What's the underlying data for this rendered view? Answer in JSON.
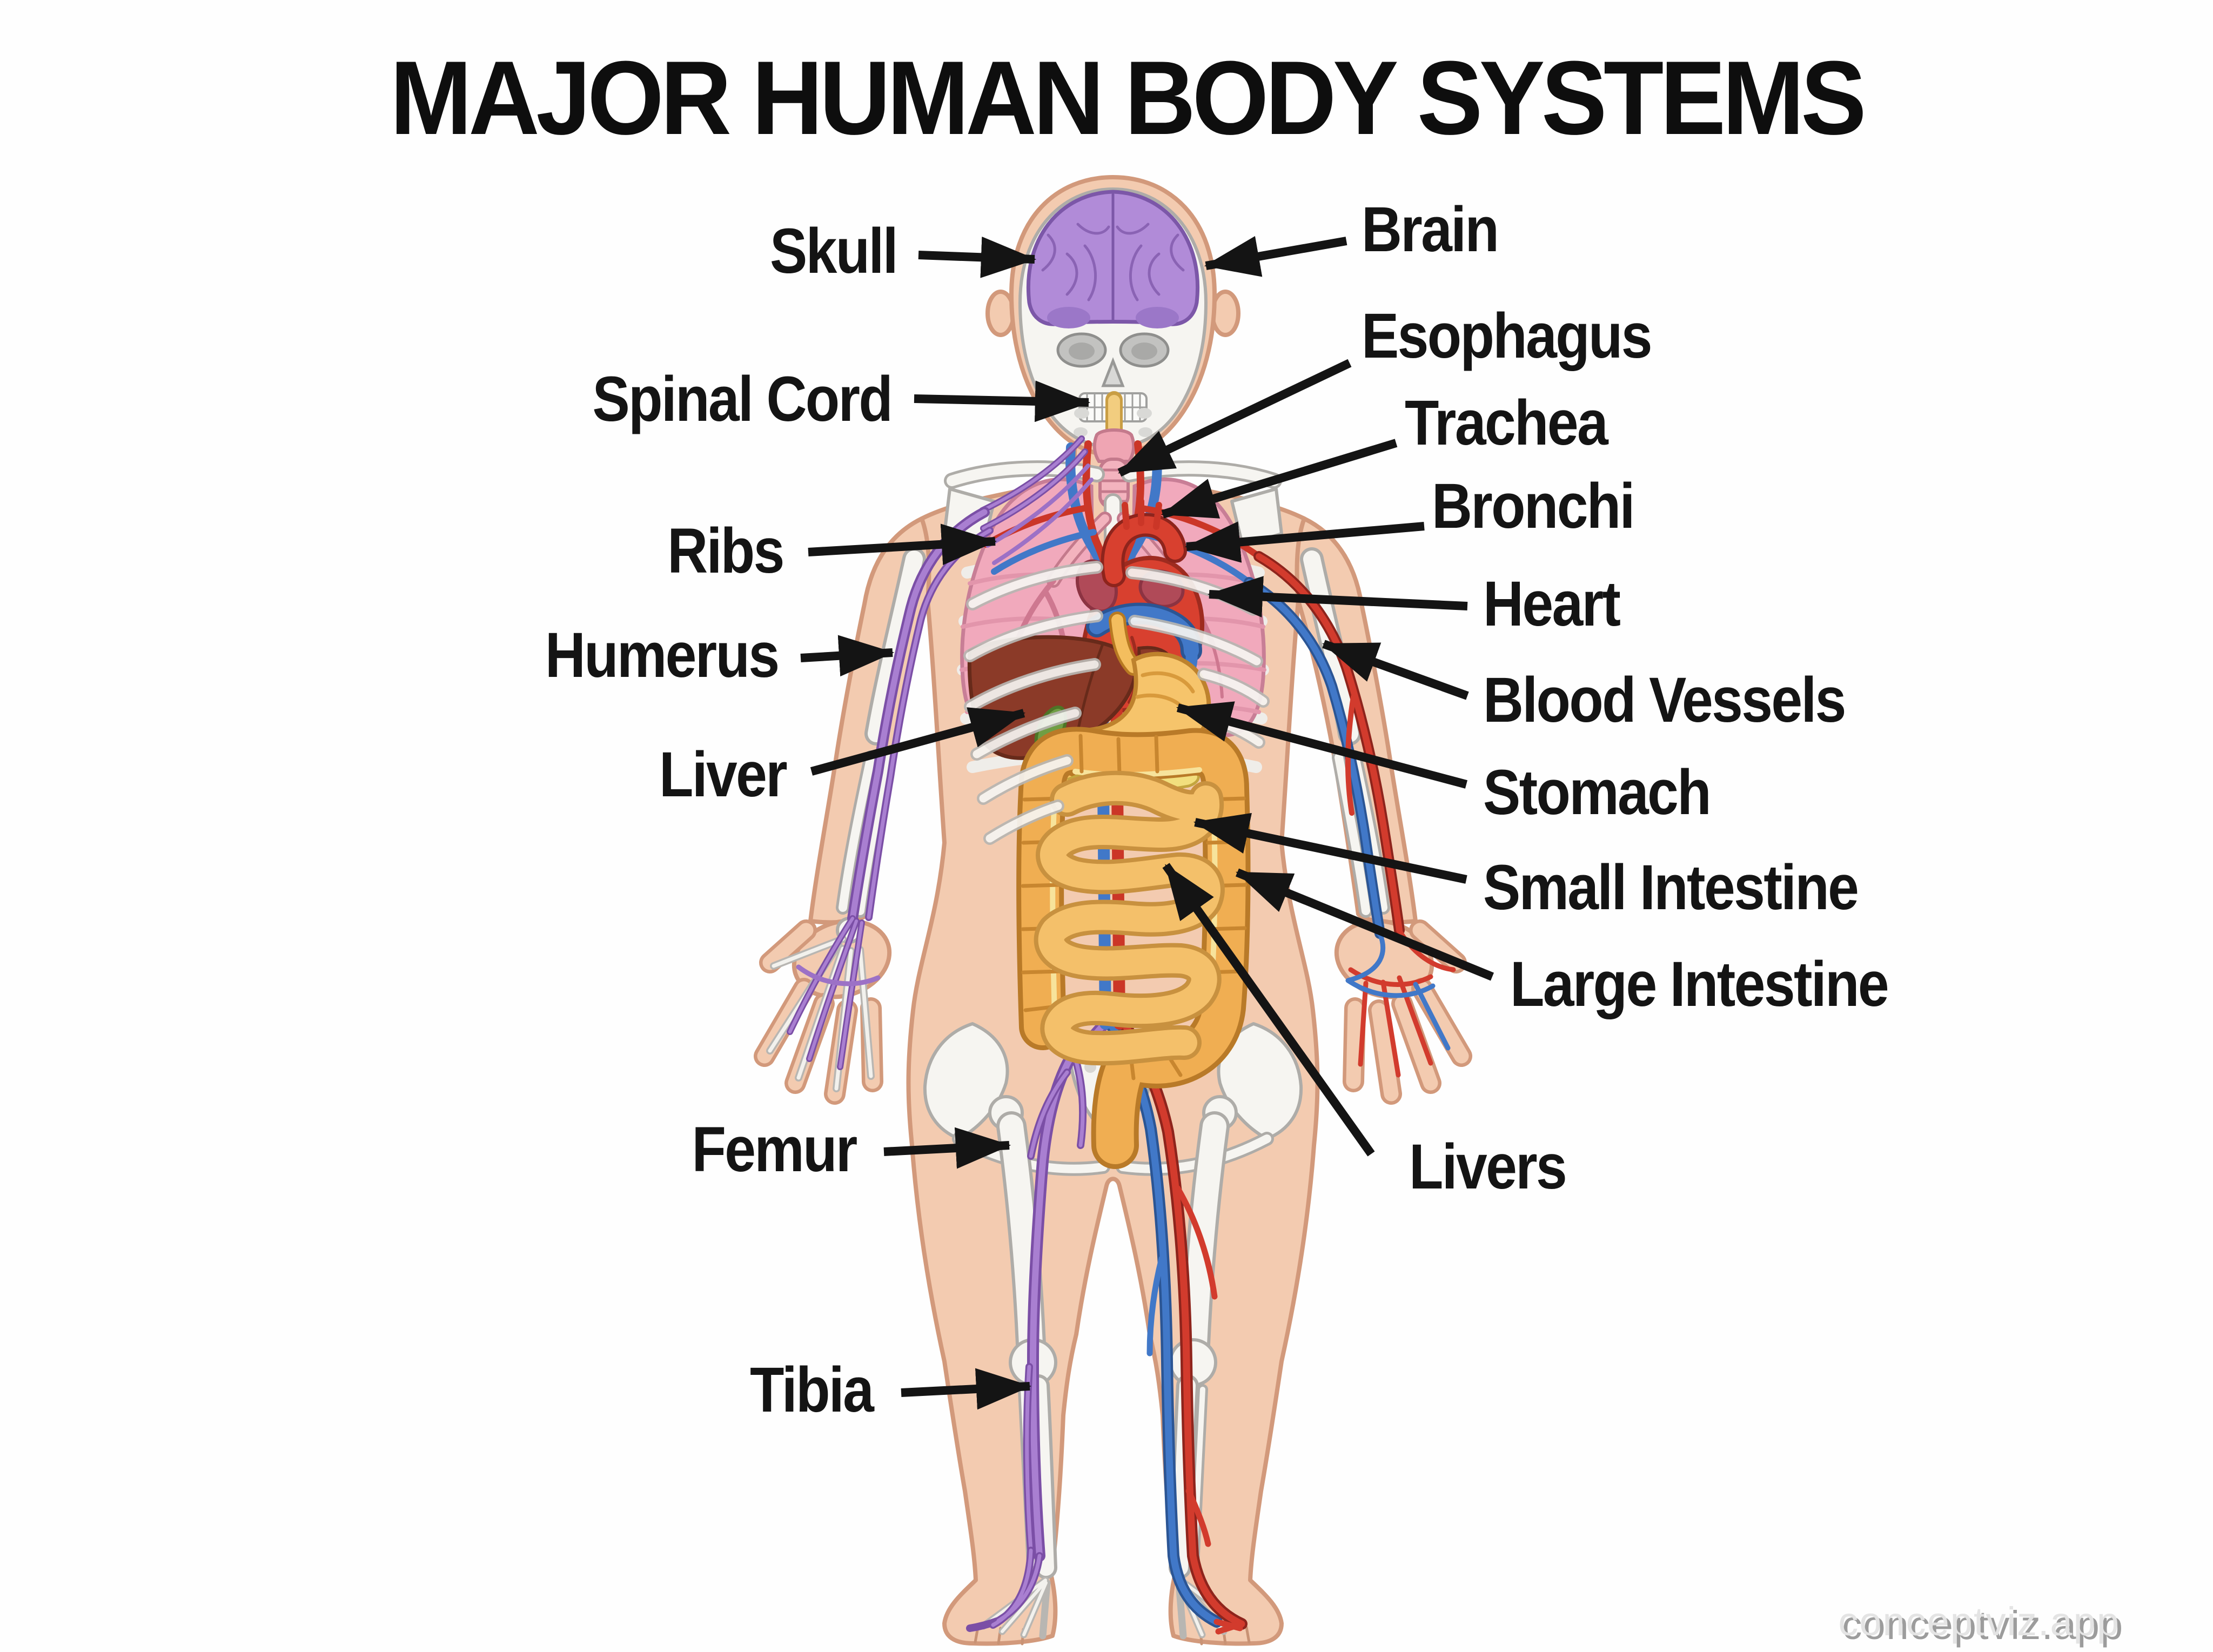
{
  "title": "MAJOR HUMAN BODY SYSTEMS",
  "watermark": "conceptviz.app",
  "labels": {
    "left": [
      {
        "id": "skull",
        "text": "Skull"
      },
      {
        "id": "spinal-cord",
        "text": "Spinal Cord"
      },
      {
        "id": "ribs",
        "text": "Ribs"
      },
      {
        "id": "humerus",
        "text": "Humerus"
      },
      {
        "id": "liver",
        "text": "Liver"
      },
      {
        "id": "femur",
        "text": "Femur"
      },
      {
        "id": "tibia",
        "text": "Tibia"
      }
    ],
    "right": [
      {
        "id": "brain",
        "text": "Brain"
      },
      {
        "id": "esophagus",
        "text": "Esophagus"
      },
      {
        "id": "trachea",
        "text": "Trachea"
      },
      {
        "id": "bronchi",
        "text": "Bronchi"
      },
      {
        "id": "heart",
        "text": "Heart"
      },
      {
        "id": "blood-vessels",
        "text": "Blood Vessels"
      },
      {
        "id": "stomach",
        "text": "Stomach"
      },
      {
        "id": "small-intestine",
        "text": "Small Intestine"
      },
      {
        "id": "large-intestine",
        "text": "Large Intestine"
      },
      {
        "id": "livers",
        "text": "Livers"
      }
    ]
  },
  "figure": {
    "description": "Front-facing cartoon human figure combining skeletal, nervous, circulatory, respiratory and digestive systems; purple nerves on the figure's right limbs, red/blue vessels on the left limbs",
    "structures_shown": [
      "skull",
      "brain",
      "spinal cord",
      "trachea",
      "esophagus",
      "lungs",
      "bronchi",
      "heart",
      "arteries",
      "veins",
      "ribs",
      "clavicle",
      "humerus",
      "hand bones",
      "liver",
      "gallbladder",
      "stomach",
      "pancreas",
      "small intestine",
      "large intestine",
      "pelvis",
      "femur",
      "tibia",
      "fibula",
      "nerves",
      "foot bones"
    ],
    "colors": {
      "skin": "#F3CBB0",
      "skin_outline": "#D2997B",
      "bone": "#F6F5F1",
      "bone_outline": "#AEACA8",
      "brain": "#B18BD8",
      "nerves": "#9C71C6",
      "lungs": "#F1A9BC",
      "trachea": "#F3B3BE",
      "spinal_cord": "#F2CD7F",
      "heart": "#D8402F",
      "artery": "#CB3627",
      "vein": "#4178C8",
      "liver": "#8B3A28",
      "gallbladder": "#6F9E44",
      "stomach": "#F6C46B",
      "pancreas": "#F2DF7E",
      "small_intestine": "#F4C06A",
      "large_intestine": "#F0AE52",
      "label_text": "#141414",
      "arrow": "#141414",
      "watermark_text": "#E4E4E4"
    }
  }
}
